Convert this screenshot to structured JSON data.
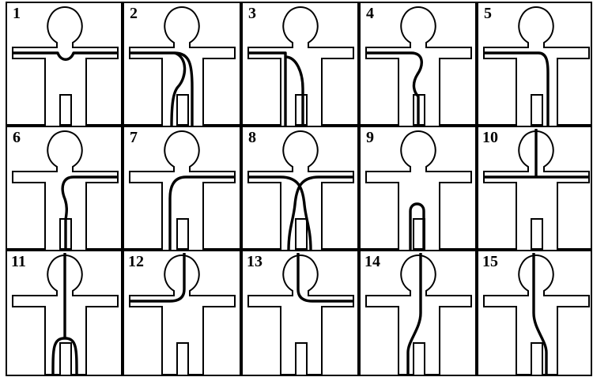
{
  "figure": {
    "columns": 5,
    "panels": [
      {
        "label": "1"
      },
      {
        "label": "2"
      },
      {
        "label": "3"
      },
      {
        "label": "4"
      },
      {
        "label": "5"
      },
      {
        "label": "6"
      },
      {
        "label": "7"
      },
      {
        "label": "8"
      },
      {
        "label": "9"
      },
      {
        "label": "10"
      },
      {
        "label": "11"
      },
      {
        "label": "12"
      },
      {
        "label": "13"
      },
      {
        "label": "14"
      },
      {
        "label": "15"
      }
    ]
  }
}
